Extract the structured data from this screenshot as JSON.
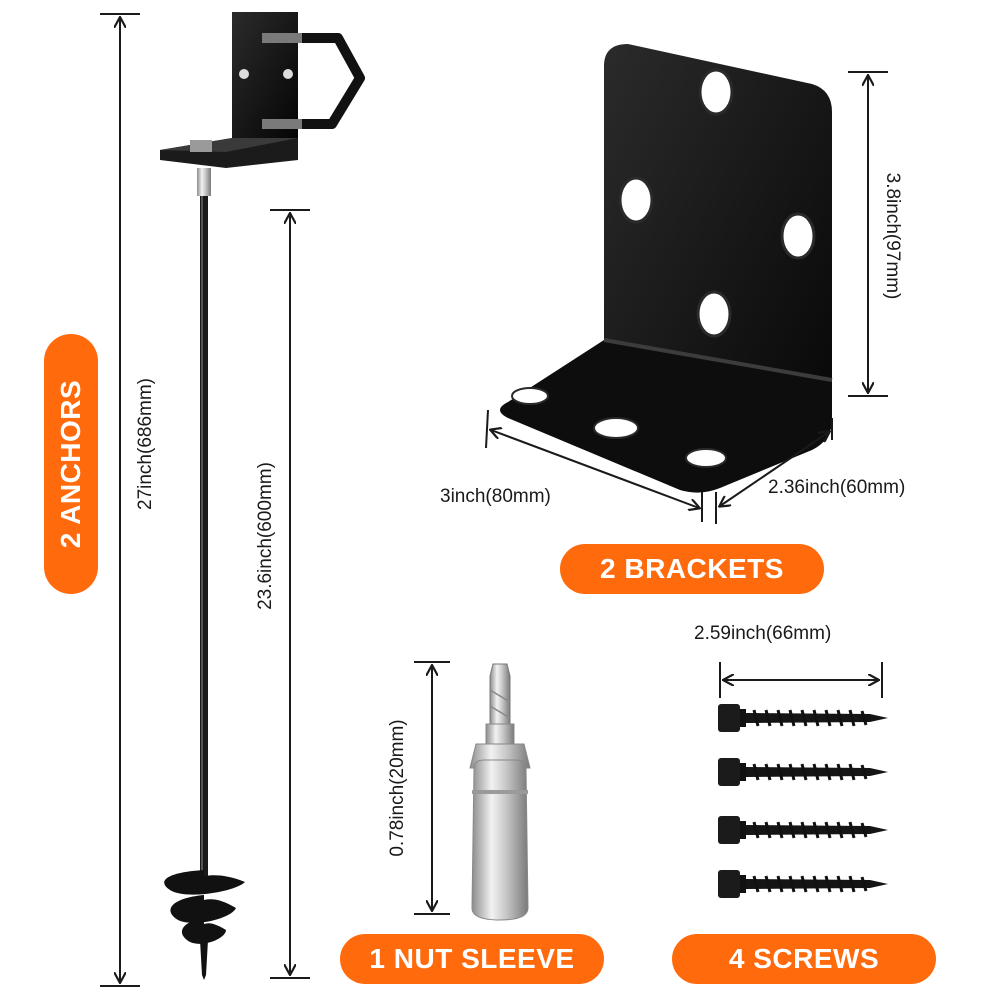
{
  "labels": {
    "anchors": "2 ANCHORS",
    "brackets": "2 BRACKETS",
    "nut_sleeve": "1 NUT SLEEVE",
    "screws": "4 SCREWS"
  },
  "dimensions": {
    "anchor_total": "27inch(686mm)",
    "anchor_rod": "23.6inch(600mm)",
    "bracket_height": "3.8inch(97mm)",
    "bracket_width": "3inch(80mm)",
    "bracket_depth": "2.36inch(60mm)",
    "screw_length": "2.59inch(66mm)",
    "sleeve_length": "0.78inch(20mm)"
  },
  "colors": {
    "accent": "#ff6a0d",
    "metal_dark": "#111111",
    "line": "#1a1a1a"
  }
}
